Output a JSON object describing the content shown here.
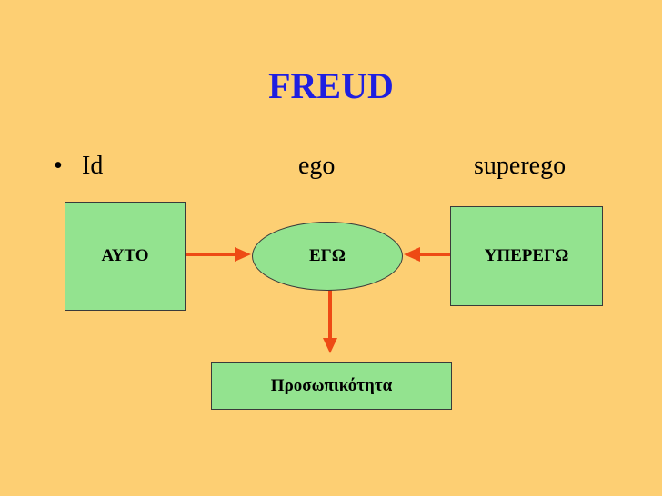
{
  "slide": {
    "title": "FREUD",
    "bullet": "•",
    "terms": {
      "id": "Id",
      "ego": "ego",
      "superego": "superego"
    }
  },
  "diagram": {
    "nodes": {
      "id_box": "ΑΥΤΟ",
      "ego_ellipse": "ΕΓΩ",
      "superego_box": "ΥΠΕΡΕΓΩ",
      "personality_box": "Προσωπικότητα"
    },
    "edges": [
      {
        "from": "ΑΥΤΟ",
        "to": "ΕΓΩ"
      },
      {
        "from": "ΥΠΕΡΕΓΩ",
        "to": "ΕΓΩ"
      },
      {
        "from": "ΕΓΩ",
        "to": "Προσωπικότητα"
      }
    ]
  },
  "colors": {
    "background": "#fdcf73",
    "title": "#1f1fe0",
    "node_fill": "#93e38f",
    "arrow": "#ee4a14"
  }
}
